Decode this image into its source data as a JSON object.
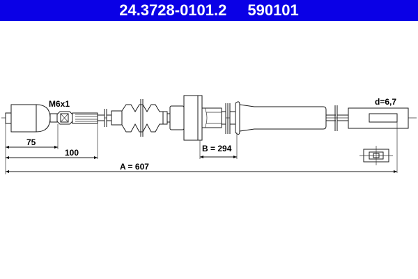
{
  "header": {
    "part_number": "24.3728-0101.2",
    "ref_number": "590101",
    "background_color": "#0a00e6",
    "text_color": "#ffffff"
  },
  "drawing": {
    "type": "cable technical drawing",
    "labels": {
      "thread": "M6x1",
      "diameter": "d=6,7",
      "dim_75": "75",
      "dim_100": "100",
      "dim_b": "B = 294",
      "dim_a": "A = 607"
    },
    "icons": [
      "cable-end-cross-section-icon"
    ]
  }
}
